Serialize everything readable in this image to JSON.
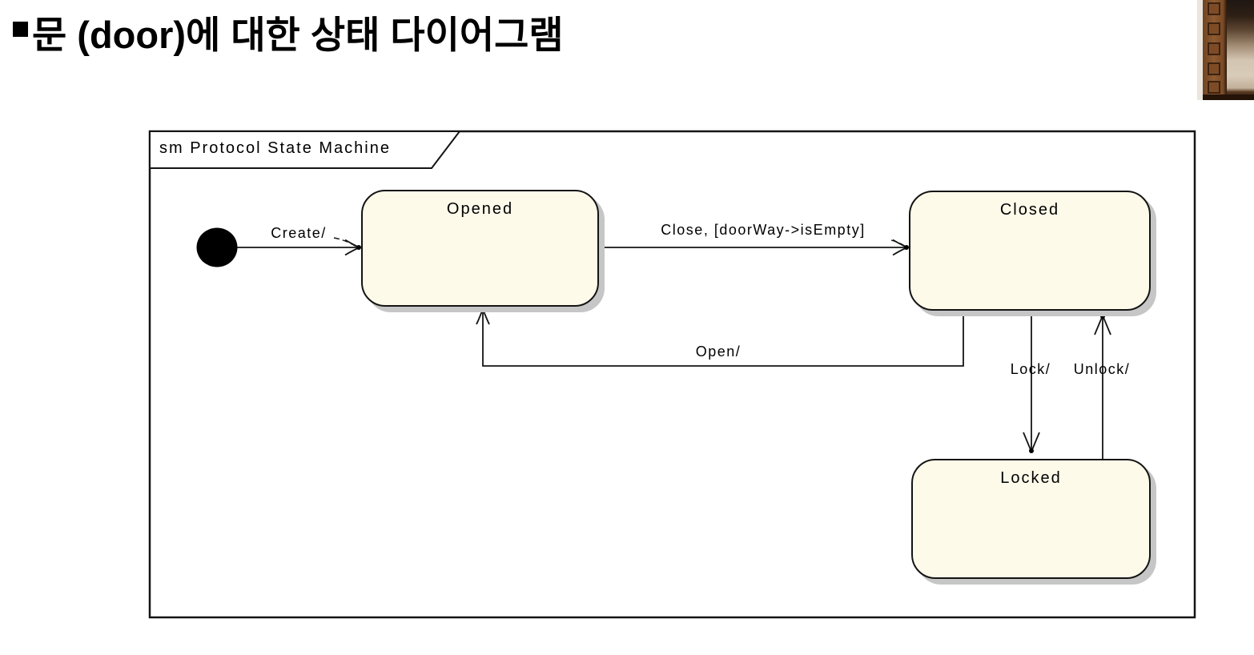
{
  "slide": {
    "title": "문 (door)에 대한 상태 다이어그램"
  },
  "diagram": {
    "frame_title": "sm Protocol State Machine",
    "type": "uml-protocol-state-machine",
    "states": [
      {
        "id": "initial",
        "kind": "initial-pseudostate",
        "label": ""
      },
      {
        "id": "opened",
        "label": "Opened"
      },
      {
        "id": "closed",
        "label": "Closed"
      },
      {
        "id": "locked",
        "label": "Locked"
      }
    ],
    "transitions": [
      {
        "from": "initial",
        "to": "opened",
        "label": "Create/"
      },
      {
        "from": "opened",
        "to": "closed",
        "label": "Close, [doorWay->isEmpty]"
      },
      {
        "from": "closed",
        "to": "opened",
        "label": "Open/"
      },
      {
        "from": "closed",
        "to": "locked",
        "label": "Lock/"
      },
      {
        "from": "locked",
        "to": "closed",
        "label": "Unlock/"
      }
    ],
    "colors": {
      "state_fill": "#fdfaea",
      "state_border": "#141414",
      "state_shadow": "#c6c6c6",
      "line": "#141414",
      "frame_border": "#141414",
      "background": "#ffffff"
    }
  }
}
